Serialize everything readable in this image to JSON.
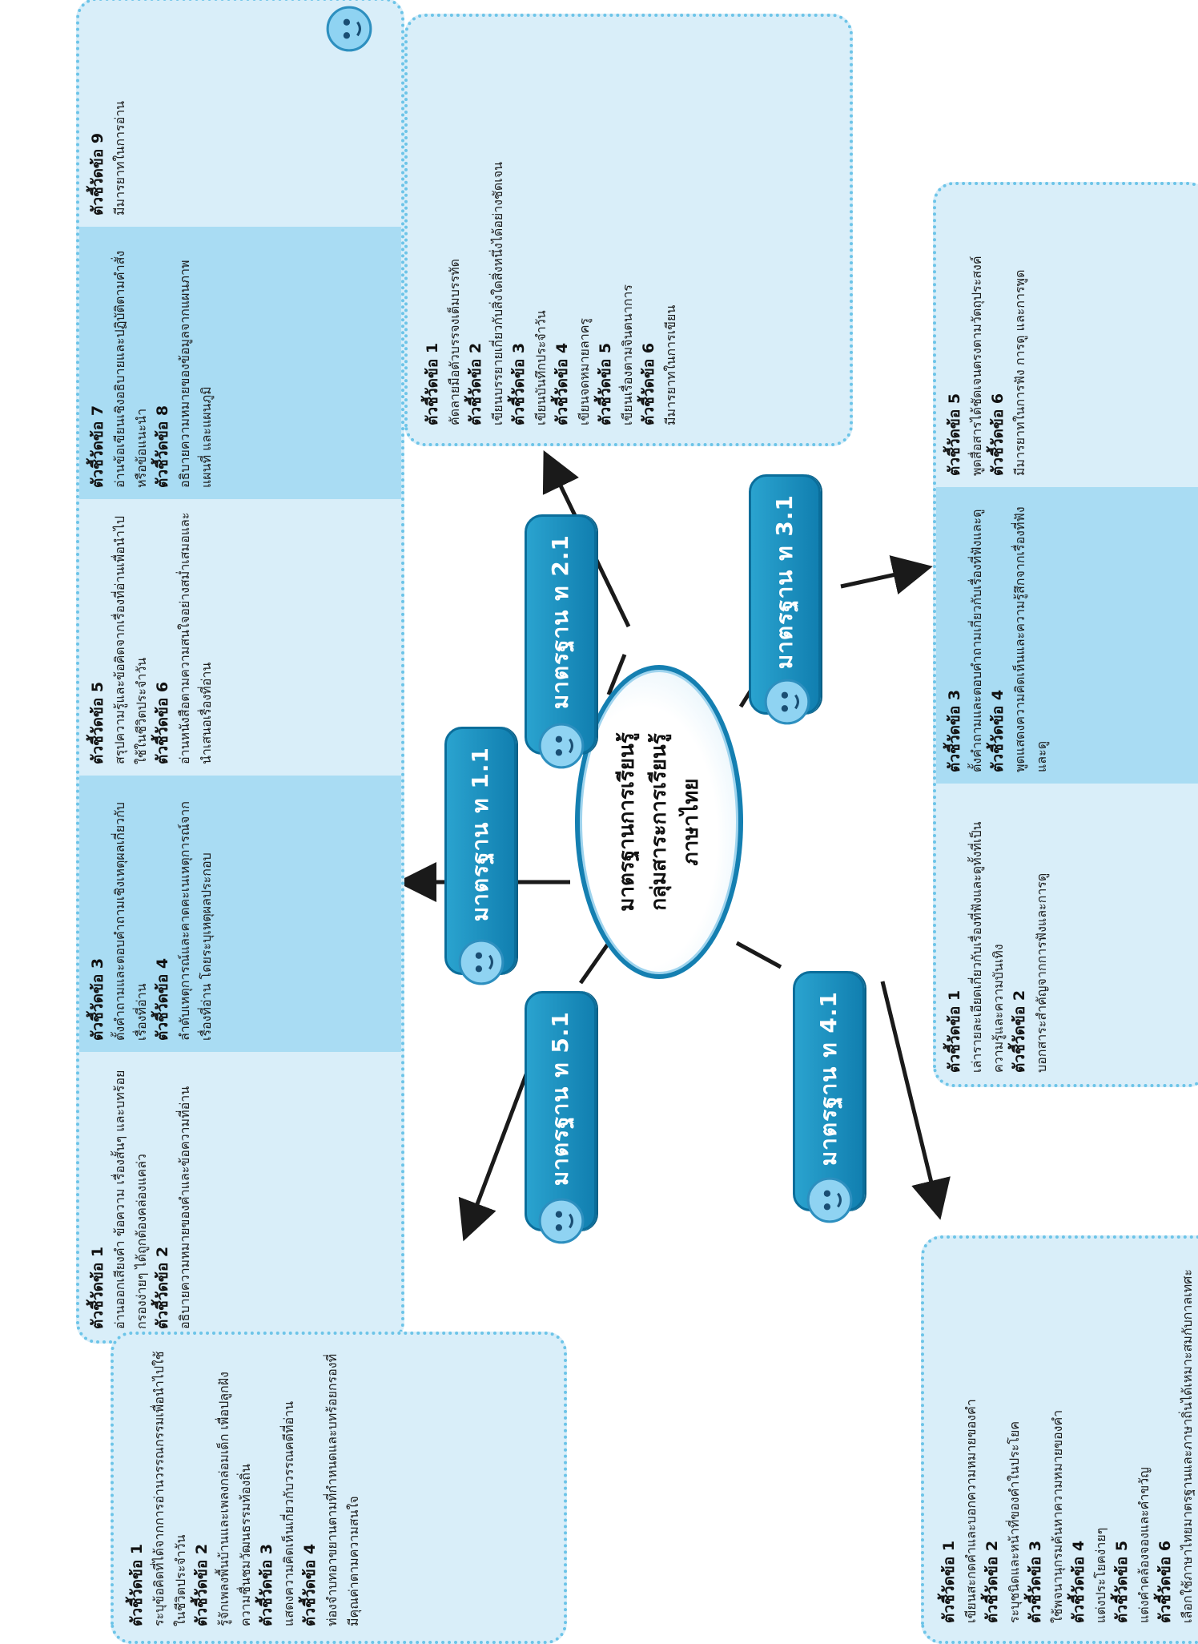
{
  "center": {
    "line1": "มาตรฐานการเรียนรู้",
    "line2": "กลุ่มสาระการเรียนรู้",
    "line3": "ภาษาไทย"
  },
  "standards": {
    "s11": "มาตรฐาน ท 1.1",
    "s21": "มาตรฐาน ท 2.1",
    "s31": "มาตรฐาน ท 3.1",
    "s41": "มาตรฐาน ท 4.1",
    "s51": "มาตรฐาน ท 5.1"
  },
  "boxes": {
    "std11": [
      [
        {
          "title": "ตัวชี้วัดข้อ 1",
          "text": "อ่านออกเสียงคำ ข้อความ เรื่องสั้นๆ และบทร้อยกรองง่ายๆ ได้ถูกต้องคล่องแคล่ว"
        },
        {
          "title": "ตัวชี้วัดข้อ 2",
          "text": "อธิบายความหมายของคำและข้อความที่อ่าน"
        }
      ],
      [
        {
          "title": "ตัวชี้วัดข้อ 3",
          "text": "ตั้งคำถามและตอบคำถามเชิงเหตุผลเกี่ยวกับเรื่องที่อ่าน"
        },
        {
          "title": "ตัวชี้วัดข้อ 4",
          "text": "ลำดับเหตุการณ์และคาดคะเนเหตุการณ์จากเรื่องที่อ่าน โดยระบุเหตุผลประกอบ"
        }
      ],
      [
        {
          "title": "ตัวชี้วัดข้อ 5",
          "text": "สรุปความรู้และข้อคิดจากเรื่องที่อ่านเพื่อนำไปใช้ในชีวิตประจำวัน"
        },
        {
          "title": "ตัวชี้วัดข้อ 6",
          "text": "อ่านหนังสือตามความสนใจอย่างสม่ำเสมอและนำเสนอเรื่องที่อ่าน"
        }
      ],
      [
        {
          "title": "ตัวชี้วัดข้อ 7",
          "text": "อ่านข้อเขียนเชิงอธิบายและปฏิบัติตามคำสั่งหรือข้อแนะนำ"
        },
        {
          "title": "ตัวชี้วัดข้อ 8",
          "text": "อธิบายความหมายของข้อมูลจากแผนภาพ แผนที่ และแผนภูมิ"
        }
      ],
      [
        {
          "title": "ตัวชี้วัดข้อ 9",
          "text": "มีมารยาทในการอ่าน"
        }
      ]
    ],
    "std21": [
      {
        "title": "ตัวชี้วัดข้อ 1",
        "text": "คัดลายมือตัวบรรจงเต็มบรรทัด"
      },
      {
        "title": "ตัวชี้วัดข้อ 2",
        "text": "เขียนบรรยายเกี่ยวกับสิ่งใดสิ่งหนึ่งได้อย่างชัดเจน"
      },
      {
        "title": "ตัวชี้วัดข้อ 3",
        "text": "เขียนบันทึกประจำวัน"
      },
      {
        "title": "ตัวชี้วัดข้อ 4",
        "text": "เขียนจดหมายลาครู"
      },
      {
        "title": "ตัวชี้วัดข้อ 5",
        "text": "เขียนเรื่องตามจินตนาการ"
      },
      {
        "title": "ตัวชี้วัดข้อ 6",
        "text": "มีมารยาทในการเขียน"
      }
    ],
    "std31": [
      [
        {
          "title": "ตัวชี้วัดข้อ 1",
          "text": "เล่ารายละเอียดเกี่ยวกับเรื่องที่ฟังและดูทั้งที่เป็นความรู้และความบันเทิง"
        },
        {
          "title": "ตัวชี้วัดข้อ 2",
          "text": "บอกสาระสำคัญจากการฟังและการดู"
        }
      ],
      [
        {
          "title": "ตัวชี้วัดข้อ 3",
          "text": "ตั้งคำถามและตอบคำถามเกี่ยวกับเรื่องที่ฟังและดู"
        },
        {
          "title": "ตัวชี้วัดข้อ 4",
          "text": "พูดแสดงความคิดเห็นและความรู้สึกจากเรื่องที่ฟังและดู"
        }
      ],
      [
        {
          "title": "ตัวชี้วัดข้อ 5",
          "text": "พูดสื่อสารได้ชัดเจนตรงตามวัตถุประสงค์"
        },
        {
          "title": "ตัวชี้วัดข้อ 6",
          "text": "มีมารยาทในการฟัง การดู และการพูด"
        }
      ]
    ],
    "std41": [
      {
        "title": "ตัวชี้วัดข้อ 1",
        "text": "เขียนสะกดคำและบอกความหมายของคำ"
      },
      {
        "title": "ตัวชี้วัดข้อ 2",
        "text": "ระบุชนิดและหน้าที่ของคำในประโยค"
      },
      {
        "title": "ตัวชี้วัดข้อ 3",
        "text": "ใช้พจนานุกรมค้นหาความหมายของคำ"
      },
      {
        "title": "ตัวชี้วัดข้อ 4",
        "text": "แต่งประโยคง่ายๆ"
      },
      {
        "title": "ตัวชี้วัดข้อ 5",
        "text": "แต่งคำคล้องจองและคำขวัญ"
      },
      {
        "title": "ตัวชี้วัดข้อ 6",
        "text": "เลือกใช้ภาษาไทยมาตรฐานและภาษาถิ่นได้เหมาะสมกับกาลเทศะ"
      }
    ],
    "std51": [
      {
        "title": "ตัวชี้วัดข้อ 1",
        "text": "ระบุข้อคิดที่ได้จากการอ่านวรรณกรรมเพื่อนำไปใช้ในชีวิตประจำวัน"
      },
      {
        "title": "ตัวชี้วัดข้อ 2",
        "text": "รู้จักเพลงพื้นบ้านและเพลงกล่อมเด็ก เพื่อปลูกฝังความชื่นชมวัฒนธรรมท้องถิ่น"
      },
      {
        "title": "ตัวชี้วัดข้อ 3",
        "text": "แสดงความคิดเห็นเกี่ยวกับวรรณคดีที่อ่าน"
      },
      {
        "title": "ตัวชี้วัดข้อ 4",
        "text": "ท่องจำบทอาขยานตามที่กำหนดและบทร้อยกรองที่มีคุณค่าตามความสนใจ"
      }
    ]
  },
  "colors": {
    "box_fill": "#d9eef9",
    "box_border": "#6cc4e8",
    "column_highlight": "#a9dcf3",
    "badge": "#1a8fc0",
    "arrow": "#1a1a1a"
  },
  "icons": [
    "mascot-icon",
    "arrow-icon"
  ]
}
